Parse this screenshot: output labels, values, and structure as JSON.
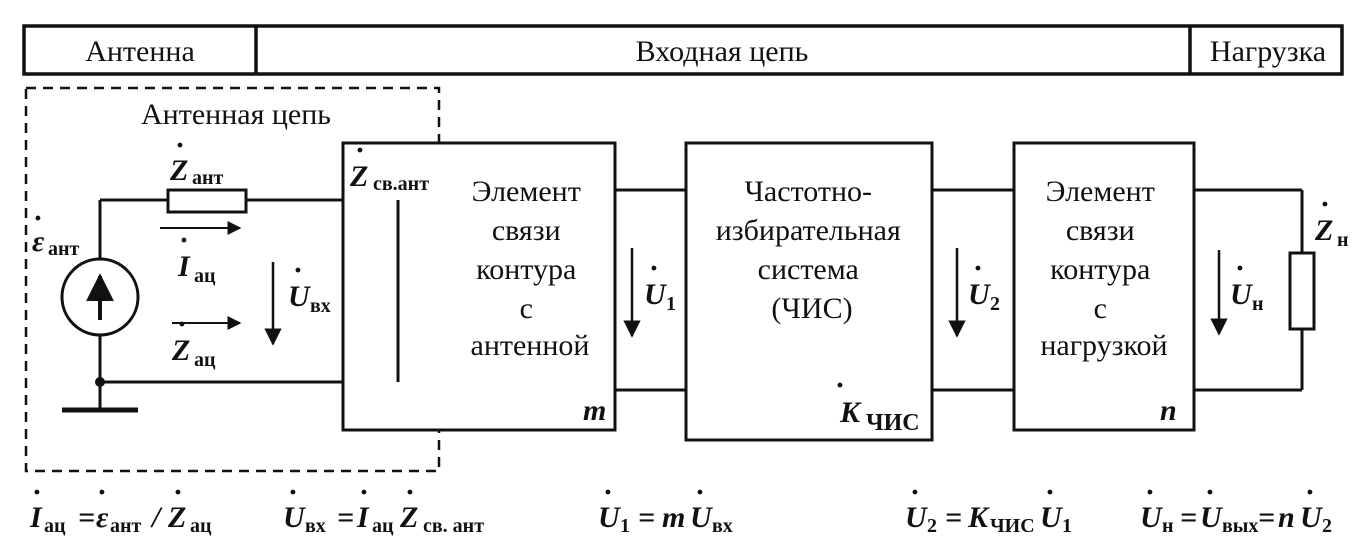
{
  "header": {
    "antenna": "Антенна",
    "input_circuit": "Входная цепь",
    "load": "Нагрузка"
  },
  "antenna_circuit_title": "Антенная цепь",
  "blocks": {
    "coupling_antenna": {
      "lines": [
        "Элемент",
        "связи",
        "контура",
        "с",
        "антенной"
      ],
      "coef": "m"
    },
    "fss": {
      "lines": [
        "Частотно-",
        "избирательная",
        "система",
        "(ЧИС)"
      ],
      "coef_main": "K",
      "coef_sub": "ЧИС"
    },
    "coupling_load": {
      "lines": [
        "Элемент",
        "связи",
        "контура",
        "с",
        "нагрузкой"
      ],
      "coef": "n"
    }
  },
  "symbols": {
    "e_ant": {
      "main": "ε",
      "sub": "ант"
    },
    "z_ant": {
      "main": "Z",
      "sub": "ант"
    },
    "i_ac": {
      "main": "I",
      "sub": "ац"
    },
    "z_ac": {
      "main": "Z",
      "sub": "ац"
    },
    "u_in": {
      "main": "U",
      "sub": "вх"
    },
    "z_sv_ant": {
      "main": "Z",
      "sub": "св.ант"
    },
    "u1": {
      "main": "U",
      "sub": "1"
    },
    "u2": {
      "main": "U",
      "sub": "2"
    },
    "u_n": {
      "main": "U",
      "sub": "н"
    },
    "z_n": {
      "main": "Z",
      "sub": "н"
    }
  },
  "formulas": {
    "f1": {
      "a": "I",
      "a_sub": "ац",
      "eq": "=",
      "b": "ε",
      "b_sub": "ант",
      "op": "/",
      "c": "Z",
      "c_sub": "ац"
    },
    "f2": {
      "a": "U",
      "a_sub": "вх",
      "eq": "=",
      "b": "I",
      "b_sub": "ац",
      "c": "Z",
      "c_sub": "св. ант"
    },
    "f3": {
      "a": "U",
      "a_sub": "1",
      "eq": "=",
      "k": "m",
      "b": "U",
      "b_sub": "вх"
    },
    "f4": {
      "a": "U",
      "a_sub": "2",
      "eq": "=",
      "k": "K",
      "k_sub": "ЧИС",
      "b": "U",
      "b_sub": "1"
    },
    "f5": {
      "a": "U",
      "a_sub": "н",
      "eq": "=",
      "b": "U",
      "b_sub": "вых",
      "eq2": "=",
      "k": "n",
      "c": "U",
      "c_sub": "2"
    }
  }
}
